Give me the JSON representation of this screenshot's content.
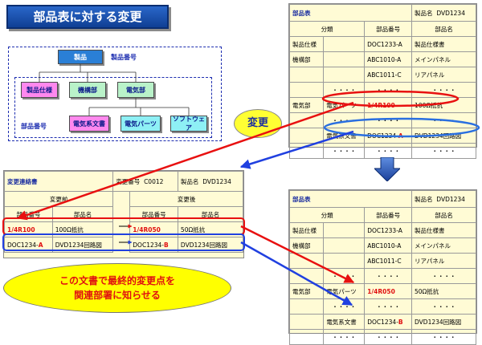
{
  "title": "部品表に対する変更",
  "diagram": {
    "root": "製品",
    "root_label": "製品番号",
    "parts_label": "部品番号",
    "level1": [
      "製品仕様",
      "機構部",
      "電気部"
    ],
    "level2": [
      "電気系文書",
      "電気パーツ",
      "ソフトウェア"
    ]
  },
  "bom_top": {
    "title": "部品表",
    "product_label": "製品名",
    "product_value": "DVD1234",
    "headers": [
      "分類",
      "部品番号",
      "部品名"
    ],
    "rows": [
      {
        "c1": "製品仕様",
        "c2": "",
        "c3": "DOC1233-A",
        "c4": "製品仕様書"
      },
      {
        "c1": "機構部",
        "c2": "",
        "c3": "ABC1010-A",
        "c4": "メインパネル"
      },
      {
        "c1": "",
        "c2": "",
        "c3": "ABC1011-C",
        "c4": "リアパネル"
      },
      {
        "c1": "",
        "c2": "・・・・",
        "c3": "・・・・",
        "c4": "・・・・"
      },
      {
        "c1": "電気部",
        "c2": "電気パーツ",
        "c3": "1/4R100",
        "c4": "100Ω抵抗"
      },
      {
        "c1": "",
        "c2": "・・・・",
        "c3": "・・・・",
        "c4": "・・・・"
      },
      {
        "c1": "",
        "c2": "電気系文書",
        "c3": "DOC1234-",
        "c3b": "A",
        "c4": "DVD1234回路図"
      },
      {
        "c1": "",
        "c2": "・・・・",
        "c3": "・・・・",
        "c4": "・・・・"
      }
    ]
  },
  "bom_bottom": {
    "title": "部品表",
    "product_label": "製品名",
    "product_value": "DVD1234",
    "headers": [
      "分類",
      "部品番号",
      "部品名"
    ],
    "rows": [
      {
        "c1": "製品仕様",
        "c2": "",
        "c3": "DOC1233-A",
        "c4": "製品仕様書"
      },
      {
        "c1": "機構部",
        "c2": "",
        "c3": "ABC1010-A",
        "c4": "メインパネル"
      },
      {
        "c1": "",
        "c2": "",
        "c3": "ABC1011-C",
        "c4": "リアパネル"
      },
      {
        "c1": "",
        "c2": "・・・・",
        "c3": "・・・・",
        "c4": "・・・・"
      },
      {
        "c1": "電気部",
        "c2": "電気パーツ",
        "c3": "1/4R050",
        "c4": "50Ω抵抗"
      },
      {
        "c1": "",
        "c2": "・・・・",
        "c3": "・・・・",
        "c4": "・・・・"
      },
      {
        "c1": "",
        "c2": "電気系文書",
        "c3": "DOC1234-",
        "c3b": "B",
        "c4": "DVD1234回路図"
      },
      {
        "c1": "",
        "c2": "・・・・",
        "c3": "・・・・",
        "c4": "・・・・"
      }
    ]
  },
  "notice": {
    "title": "変更連絡書",
    "number_label": "変更番号",
    "number_value": "C0012",
    "product_label": "製品名",
    "product_value": "DVD1234",
    "before": "変更前",
    "after": "変更後",
    "col_num": "部品番号",
    "col_name": "部品名",
    "row1": {
      "b_num": "1/4R100",
      "b_name": "100Ω抵抗",
      "a_num": "1/4R050",
      "a_name": "50Ω抵抗"
    },
    "row2": {
      "b_num": "DOC1234-",
      "b_rev": "A",
      "b_name": "DVD1234回路図",
      "a_num": "DOC1234-",
      "a_rev": "B",
      "a_name": "DVD1234回路図"
    }
  },
  "bubble_change": "変更",
  "bubble_final": {
    "line1": "この文書で最終的変更点を",
    "line2": "関連部署に知らせる"
  }
}
